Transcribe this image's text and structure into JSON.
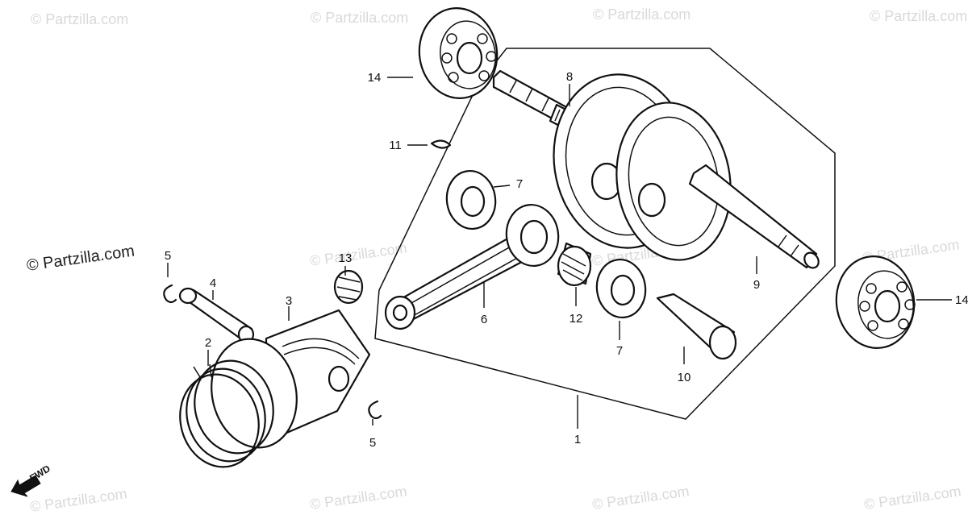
{
  "watermark": "© Partzilla.com",
  "watermark_main": "© Partzilla.com",
  "fwd_label": "FWD",
  "callouts": {
    "c1": "1",
    "c2": "2",
    "c3": "3",
    "c4": "4",
    "c5a": "5",
    "c5b": "5",
    "c6": "6",
    "c7a": "7",
    "c7b": "7",
    "c8": "8",
    "c9": "9",
    "c10": "10",
    "c11": "11",
    "c12": "12",
    "c13": "13",
    "c14a": "14",
    "c14b": "14"
  }
}
